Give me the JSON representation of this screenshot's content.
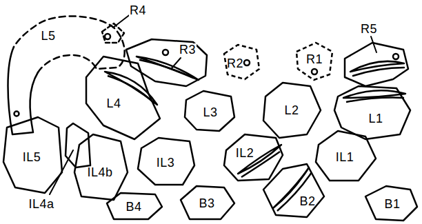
{
  "diagram": {
    "nodes": [
      {
        "text": [
          "R2"
        ]
      },
      {
        "text": [
          "R1"
        ]
      },
      {
        "text": [
          "L4"
        ]
      },
      {
        "text": [
          "L3"
        ]
      },
      {
        "text": [
          "L2"
        ]
      },
      {
        "text": [
          "L1"
        ]
      },
      {
        "text": [
          "IL5"
        ]
      },
      {
        "text": [
          "IL4b"
        ]
      },
      {
        "text": [
          "IL3"
        ]
      },
      {
        "text": [
          "IL2"
        ]
      },
      {
        "text": [
          "IL1"
        ]
      },
      {
        "text": [
          "B4"
        ]
      },
      {
        "text": [
          "B3"
        ]
      },
      {
        "text": [
          "B2"
        ]
      },
      {
        "text": [
          "B1"
        ]
      }
    ],
    "labels": [
      "L5",
      "R4",
      "R3",
      "R5",
      "IL4a"
    ]
  }
}
